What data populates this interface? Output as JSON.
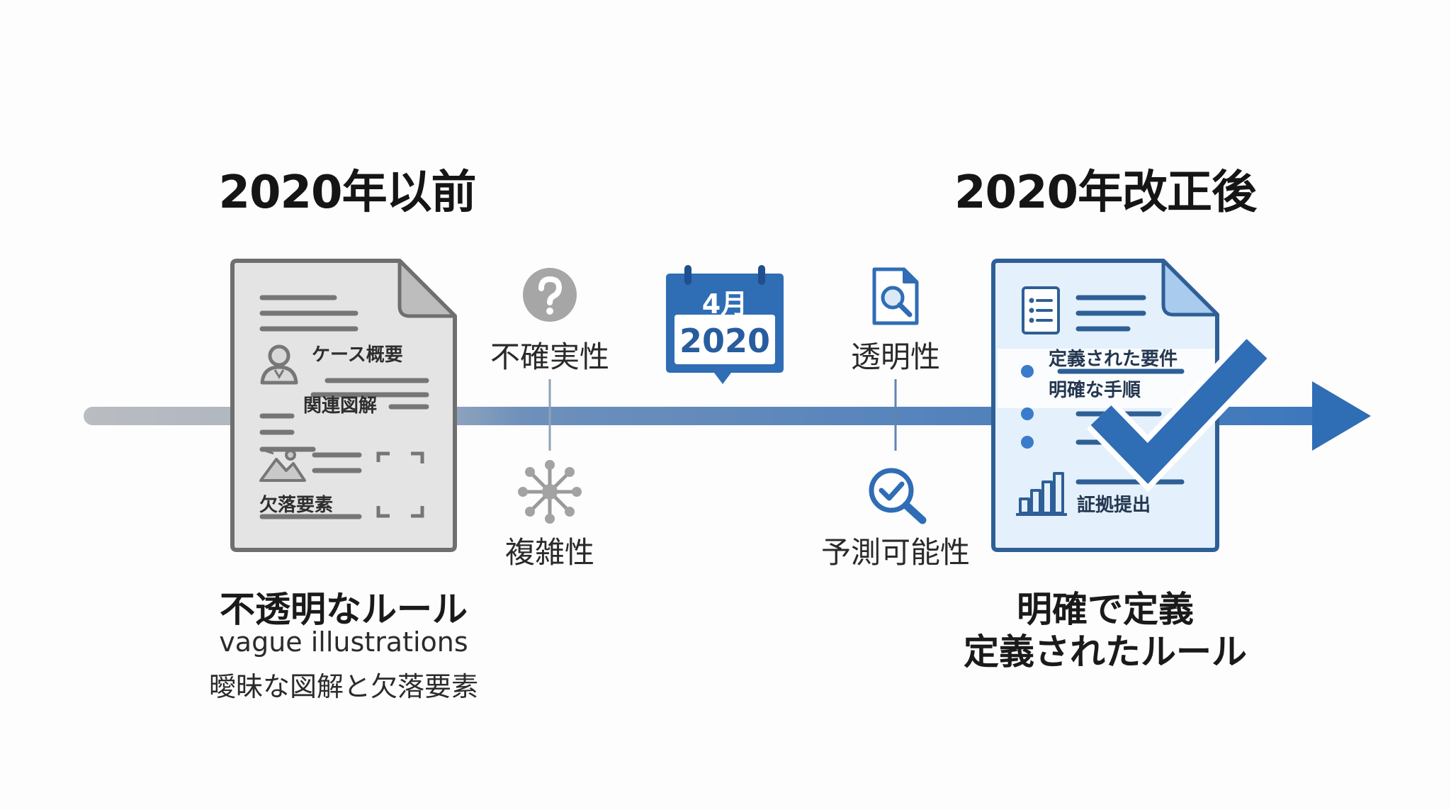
{
  "before": {
    "heading": "2020年以前",
    "doc_items": [
      "ケース概要",
      "関連図解",
      "欠落要素"
    ],
    "caption_main": "不透明なルール",
    "caption_en": "vague illustrations",
    "caption_jp": "曖昧な図解と欠落要素"
  },
  "after": {
    "heading": "2020年改正後",
    "doc_items": [
      "定義された要件",
      "明確な手順",
      "証拠提出"
    ],
    "caption_line1": "明確で定義",
    "caption_line2": "定義されたルール"
  },
  "calendar": {
    "month": "4月",
    "year": "2020"
  },
  "markers": {
    "uncertainty": "不確実性",
    "complexity": "複雑性",
    "transparency": "透明性",
    "predictability": "予測可能性"
  },
  "colors": {
    "blue": "#2f6db5",
    "dark_blue": "#275d9e",
    "gray": "#9c9c9c",
    "doc_gray_fill": "#e4e4e4",
    "doc_blue_fill": "#e4f0fb"
  }
}
